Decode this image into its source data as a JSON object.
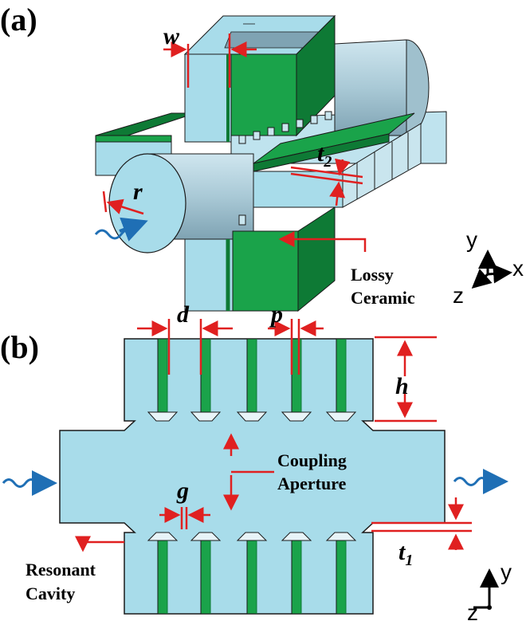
{
  "panels": {
    "a": "(a)",
    "b": "(b)"
  },
  "labels_a": {
    "w": "w",
    "t2_base": "t",
    "t2_sub": "2",
    "r": "r",
    "lossy_line1": "Lossy",
    "lossy_line2": "Ceramic"
  },
  "labels_b": {
    "d": "d",
    "p": "p",
    "h": "h",
    "g": "g",
    "t1_base": "t",
    "t1_sub": "1",
    "coupling_line1": "Coupling",
    "coupling_line2": "Aperture",
    "resonant_line1": "Resonant",
    "resonant_line2": "Cavity"
  },
  "axes_a": {
    "y": "y",
    "x": "x",
    "z": "z"
  },
  "axes_b": {
    "y": "y",
    "z": "z"
  },
  "colors": {
    "cavity_fill": "#a8dcea",
    "ceramic_green": "#1aa34a",
    "dark_green": "#0e7a35",
    "annotation_red": "#e02020",
    "wave_blue": "#1f6fb5",
    "outline": "#1a1a1a"
  }
}
